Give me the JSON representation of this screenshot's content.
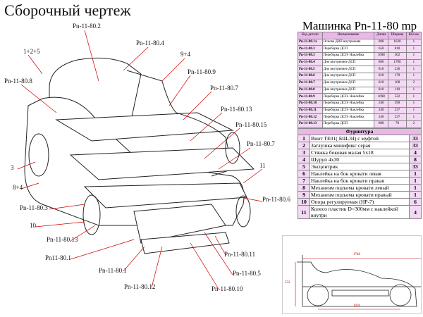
{
  "title": "Сборочный чертеж",
  "callouts": [
    "Pn-11-80.2",
    "1+2+5",
    "Pn-11-80.4",
    "9+4",
    "Pn-11-80.8",
    "Pn-11-80.9",
    "Pn-11-80.7",
    "Pn-11-80.13",
    "Pn-11-80.15",
    "Pn-11-80.7",
    "3",
    "11",
    "8+4",
    "Pn-11-80.6",
    "Pn-11-80.3",
    "10",
    "Pn-11-80.13",
    "Pn11-80.1",
    "Pn-11-80.11",
    "Pn-11-80.1",
    "Pn-11-80.5",
    "Pn-11-80.12",
    "Pn-11-80.10"
  ],
  "parts": {
    "title": "Машинка Pn-11-80 mp",
    "headers": [
      "Код детали",
      "Наименование",
      "Длина",
      "Ширина",
      "Кол-во"
    ],
    "rows": [
      [
        "Pn-11-80.1л",
        "Основа ДВП внутренняя",
        "808",
        "1620",
        "1"
      ],
      [
        "Pn-11-80.2",
        "Переборка ДСП",
        "650",
        "810",
        "1"
      ],
      [
        "Pn-11-80.3",
        "Переборка ДСП- Наклейка",
        "1698",
        "502",
        "1"
      ],
      [
        "Pn-11-80.4",
        "Дно внутреннее ДСП",
        "800",
        "1700",
        "1"
      ],
      [
        "Pn-11-80.5",
        "Дно внутреннее ДСП",
        "810",
        "236",
        "1"
      ],
      [
        "Pn-11-80.6",
        "Дно внутреннее ДСП",
        "810",
        "179",
        "1"
      ],
      [
        "Pn-11-80.7",
        "Дно внутреннее ДСП",
        "810",
        "100",
        "2"
      ],
      [
        "Pn-11-80.8",
        "Дно внутреннее ДСП",
        "810",
        "110",
        "1"
      ],
      [
        "Pn-11-80.9",
        "Переборка ДСП- Наклейка",
        "1698",
        "522",
        "1"
      ],
      [
        "Pn-11-80.10",
        "Переборка ДСП- Наклейка",
        "240",
        "390",
        "1"
      ],
      [
        "Pn-11-80.11",
        "Переборка ДСП- Наклейка",
        "240",
        "237",
        "1"
      ],
      [
        "Pn-11-80.12",
        "Переборка ДСП- Наклейка",
        "240",
        "237",
        "1"
      ],
      [
        "Pn-11-80.13",
        "Переборка ДСП",
        "800",
        "70",
        "2"
      ]
    ]
  },
  "hardware": {
    "title": "Фурнитура",
    "rows": [
      [
        "1",
        "Винт ТЕ01( БШ-34) с муфтой",
        "33"
      ],
      [
        "2",
        "Заглушка минификс серая",
        "33"
      ],
      [
        "3",
        "Стяжка боковая малая 5х18",
        "4"
      ],
      [
        "4",
        "Шуруп 4х30",
        "8"
      ],
      [
        "5",
        "Эксцентрик",
        "33"
      ],
      [
        "6",
        "Наклейка на бок кровати левая",
        "1"
      ],
      [
        "7",
        "Наклейка на бок кровати правая",
        "1"
      ],
      [
        "8",
        "Механизм подъема кровати левый",
        "1"
      ],
      [
        "9",
        "Механизм подъема кровати правый",
        "1"
      ],
      [
        "10",
        "Опора регулируемая (НР-7)",
        "6"
      ],
      [
        "11",
        "Колесо пластик D=300мм с наклейкой внутри",
        "4"
      ]
    ]
  },
  "dimensions": {
    "length": "1748",
    "height": "552",
    "wheelbase": "1026"
  }
}
